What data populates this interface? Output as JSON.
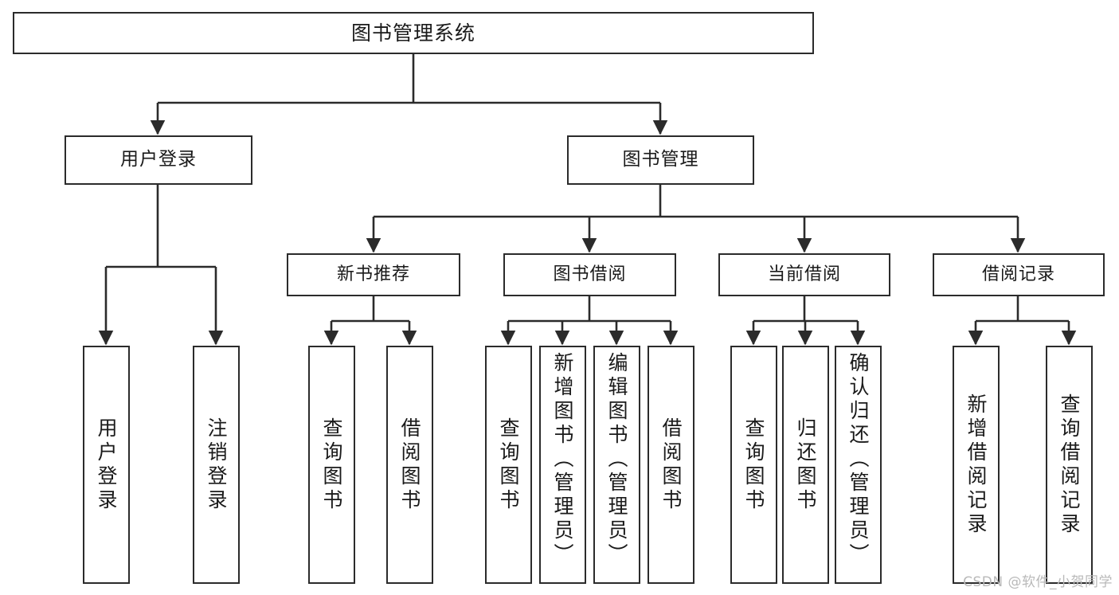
{
  "diagram": {
    "type": "tree-hierarchy",
    "title": "图书管理系统",
    "watermark": "CSDN @软件_小贺同学",
    "colors": {
      "background": "#ffffff",
      "box_border": "#2b2b2b",
      "box_fill": "#ffffff",
      "connector": "#2b2b2b",
      "text": "#1a1a1a",
      "watermark": "#b9b9b9"
    },
    "nodes": {
      "root": {
        "label": "图书管理系统"
      },
      "level1": [
        {
          "id": "user-login",
          "label": "用户登录"
        },
        {
          "id": "book-manage",
          "label": "图书管理"
        }
      ],
      "level2": [
        {
          "id": "new-book-recommend",
          "label": "新书推荐",
          "parent": "book-manage"
        },
        {
          "id": "book-borrow",
          "label": "图书借阅",
          "parent": "book-manage"
        },
        {
          "id": "current-borrow",
          "label": "当前借阅",
          "parent": "book-manage"
        },
        {
          "id": "borrow-record",
          "label": "借阅记录",
          "parent": "book-manage"
        }
      ],
      "leaves": [
        {
          "id": "leaf-user-login",
          "label": "用户登录",
          "parent": "user-login"
        },
        {
          "id": "leaf-logout",
          "label": "注销登录",
          "parent": "user-login"
        },
        {
          "id": "leaf-query-book-1",
          "label": "查询图书",
          "parent": "new-book-recommend"
        },
        {
          "id": "leaf-borrow-book-1",
          "label": "借阅图书",
          "parent": "new-book-recommend"
        },
        {
          "id": "leaf-query-book-2",
          "label": "查询图书",
          "parent": "book-borrow"
        },
        {
          "id": "leaf-add-book",
          "label": "新增图书（管理员）",
          "parent": "book-borrow"
        },
        {
          "id": "leaf-edit-book",
          "label": "编辑图书（管理员）",
          "parent": "book-borrow"
        },
        {
          "id": "leaf-borrow-book-2",
          "label": "借阅图书",
          "parent": "book-borrow"
        },
        {
          "id": "leaf-query-book-3",
          "label": "查询图书",
          "parent": "current-borrow"
        },
        {
          "id": "leaf-return-book",
          "label": "归还图书",
          "parent": "current-borrow"
        },
        {
          "id": "leaf-confirm-return",
          "label": "确认归还（管理员）",
          "parent": "current-borrow"
        },
        {
          "id": "leaf-add-record",
          "label": "新增借阅记录",
          "parent": "borrow-record"
        },
        {
          "id": "leaf-query-record",
          "label": "查询借阅记录",
          "parent": "borrow-record"
        }
      ]
    }
  }
}
